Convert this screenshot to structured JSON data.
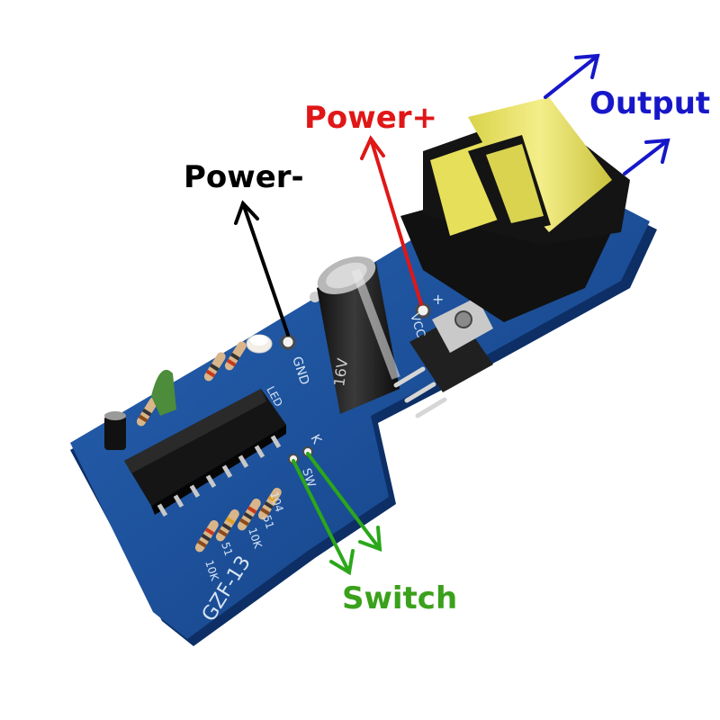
{
  "annotations": {
    "output": "Output",
    "power_plus": "Power+",
    "power_minus": "Power-",
    "switch": "Switch"
  },
  "board": {
    "model": "GZF-13",
    "silkscreen": {
      "gnd": "GND",
      "vcc": "VCC",
      "plus": "+",
      "led": "LED",
      "k": "K",
      "sw": "SW",
      "r_104": "104",
      "r_51a": "51",
      "r_10k_a": "10K",
      "r_51b": "51",
      "r_10k_b": "10K"
    },
    "capacitor_print": "16V"
  },
  "colors": {
    "output": "#1717c9",
    "power_plus": "#e01717",
    "power_minus": "#000000",
    "switch": "#3aa11a",
    "pcb": "#1b4f9c"
  }
}
